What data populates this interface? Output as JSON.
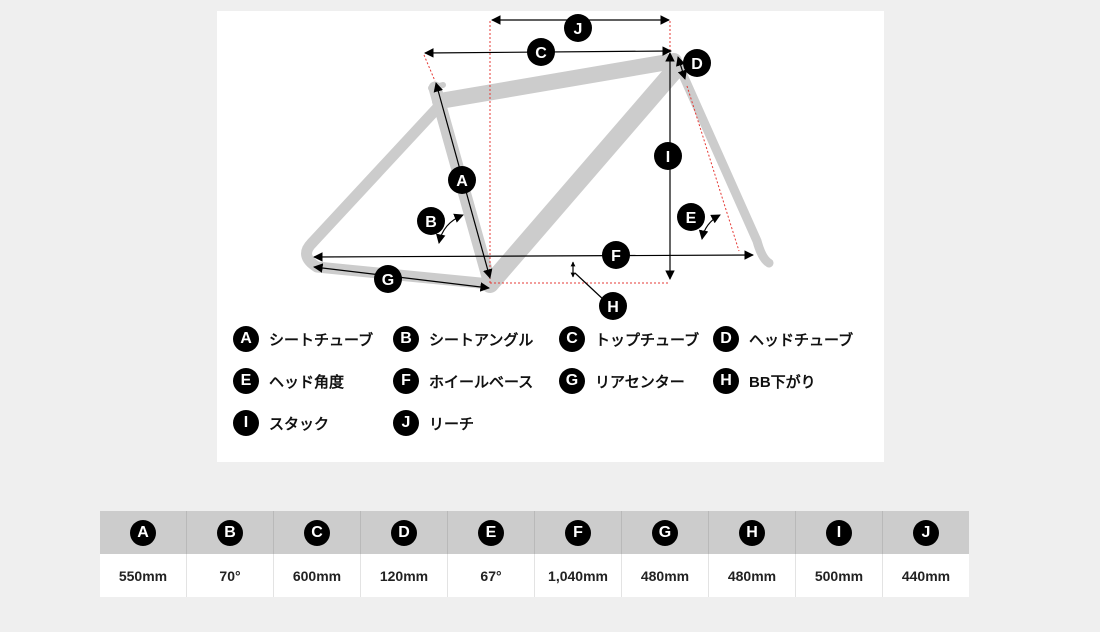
{
  "diagram": {
    "labels": [
      "A",
      "B",
      "C",
      "D",
      "E",
      "F",
      "G",
      "H",
      "I",
      "J"
    ],
    "colors": {
      "frame": "#cccccc",
      "dimension_line": "#000000",
      "guide_line": "#e53935",
      "badge_bg": "#000000",
      "badge_text": "#ffffff",
      "page_bg": "#efefef",
      "panel_bg": "#ffffff",
      "table_header_bg": "#cccccc"
    }
  },
  "legend": [
    {
      "letter": "A",
      "label": "シートチューブ"
    },
    {
      "letter": "B",
      "label": "シートアングル"
    },
    {
      "letter": "C",
      "label": "トップチューブ"
    },
    {
      "letter": "D",
      "label": "ヘッドチューブ"
    },
    {
      "letter": "E",
      "label": "ヘッド角度"
    },
    {
      "letter": "F",
      "label": "ホイールベース"
    },
    {
      "letter": "G",
      "label": "リアセンター"
    },
    {
      "letter": "H",
      "label": "BB下がり"
    },
    {
      "letter": "I",
      "label": "スタック"
    },
    {
      "letter": "J",
      "label": "リーチ"
    }
  ],
  "table": {
    "headers": [
      "A",
      "B",
      "C",
      "D",
      "E",
      "F",
      "G",
      "H",
      "I",
      "J"
    ],
    "values": [
      "550mm",
      "70°",
      "600mm",
      "120mm",
      "67°",
      "1,040mm",
      "480mm",
      "480mm",
      "500mm",
      "440mm"
    ]
  }
}
